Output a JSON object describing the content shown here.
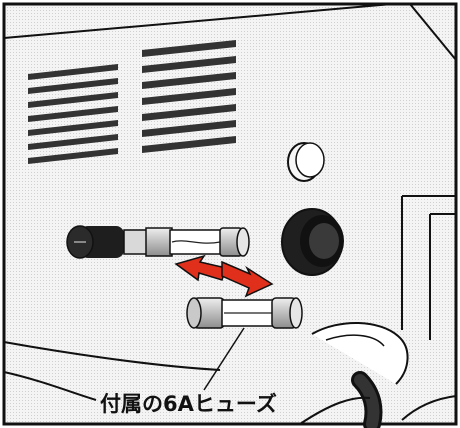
{
  "caption": "付属の6Aヒューズ",
  "colors": {
    "panel": "#f1f1f1",
    "frame": "#0f0f0f",
    "vent": "#3a3a3a",
    "arrow": "#e0301c",
    "fuse_cap": "#d8d8d8",
    "fuse_glass": "#ffffff",
    "holder": "#1a1a1a"
  },
  "parts": [
    {
      "name": "vent-grille-left",
      "type": "vent-grille"
    },
    {
      "name": "vent-grille-right",
      "type": "vent-grille"
    },
    {
      "name": "power-switch-knob",
      "type": "knob"
    },
    {
      "name": "fuse-holder-cap",
      "type": "fuse-holder"
    },
    {
      "name": "installed-fuse",
      "type": "fuse"
    },
    {
      "name": "spare-fuse",
      "type": "fuse"
    },
    {
      "name": "remove-arrow-icon",
      "type": "arrow"
    },
    {
      "name": "insert-arrow-icon",
      "type": "arrow"
    },
    {
      "name": "power-socket",
      "type": "socket"
    },
    {
      "name": "power-cable",
      "type": "cable"
    }
  ]
}
